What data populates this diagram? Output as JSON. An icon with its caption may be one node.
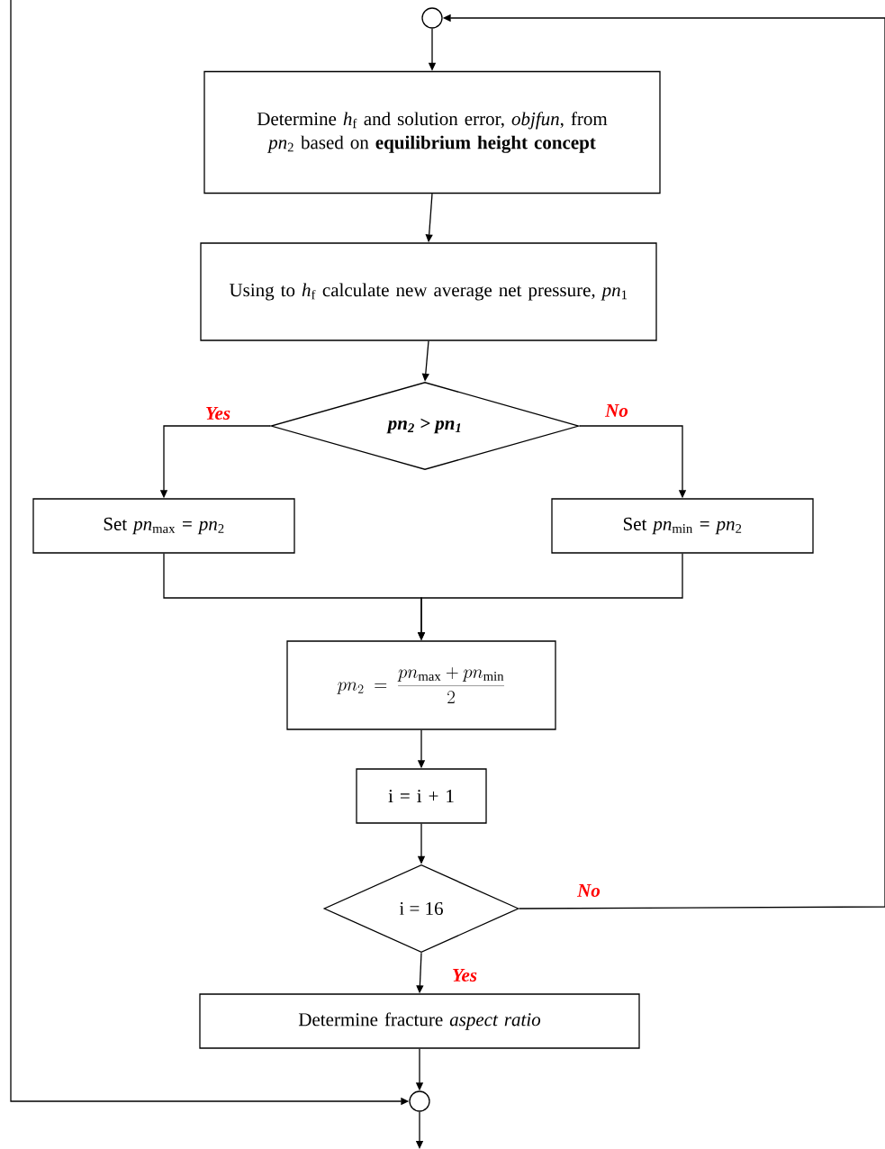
{
  "diagram": {
    "nodes": [
      {
        "text": [],
        "shape": "circle"
      },
      {
        "text": [
          "Determine *h*$_{f}$ and solution error, *objfun*, from *pn*$_{2}$ based on **equilibrium height concept**"
        ]
      },
      {
        "text": [
          "Using to *h*$_{f}$ calculate new average net pressure, *pn*$_{1}$"
        ]
      },
      {
        "text": [
          "*pn*$_{2}$ > *pn*$_{1}$"
        ]
      },
      {
        "text": [
          "Set *pn*$_{max}$ = *pn*$_{2}$"
        ]
      },
      {
        "text": [
          "Set *pn*$_{min}$ = *pn*$_{2}$"
        ]
      },
      {
        "text": [
          "pn_2 = \\frac{pn_{\\mathrm{max}} + pn_{\\mathrm{min}}}{2}"
        ]
      },
      {
        "text": [
          "i = i + 1"
        ]
      },
      {
        "text": [
          "i = 16"
        ]
      },
      {
        "text": [
          "Determine fracture *aspect ratio*"
        ]
      },
      {
        "text": [],
        "shape": "circle"
      }
    ],
    "edges": [
      {
        "from": 0,
        "to": 1,
        "arrow": "to"
      },
      {
        "from": 1,
        "to": 2,
        "arrow": "to"
      },
      {
        "from": 2,
        "to": 3,
        "arrow": "to"
      },
      {
        "from": 3,
        "to": 4,
        "arrow": "to",
        "label": "Yes"
      },
      {
        "from": 3,
        "to": 5,
        "arrow": "to",
        "label": "No"
      },
      {
        "from": 4,
        "to": 6,
        "arrow": "to"
      },
      {
        "from": 5,
        "to": 6,
        "arrow": "to"
      },
      {
        "from": 6,
        "to": 7,
        "arrow": "to"
      },
      {
        "from": 7,
        "to": 8,
        "arrow": "to"
      },
      {
        "from": 8,
        "to": 9,
        "arrow": "to",
        "label": "Yes"
      },
      {
        "from": 8,
        "to": 0,
        "arrow": "to",
        "label": "No"
      },
      {
        "from": 9,
        "to": 10,
        "arrow": "to"
      },
      {
        "from": null,
        "to": 10,
        "arrow": "to"
      },
      {
        "from": 10,
        "to": null,
        "arrow": "to"
      }
    ]
  }
}
